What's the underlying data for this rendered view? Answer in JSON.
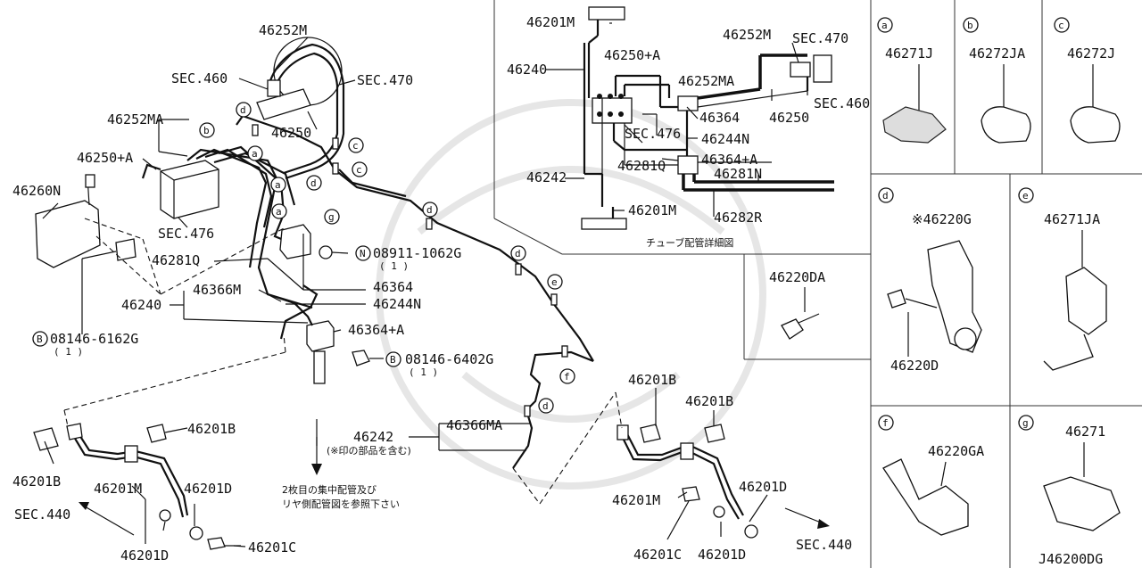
{
  "diagram_id": "J46200DG",
  "callout_letters": [
    "a",
    "b",
    "c",
    "d",
    "e",
    "f",
    "g"
  ],
  "main_labels": {
    "l46252M": "46252M",
    "sec460": "SEC.460",
    "sec470": "SEC.470",
    "l46252MA": "46252MA",
    "l46250": "46250",
    "l46250A": "46250+A",
    "l46260N": "46260N",
    "sec476": "SEC.476",
    "l46281Q": "46281Q",
    "nut": "08911-1062G",
    "nut_qty": "( 1 )",
    "l46364": "46364",
    "l46366M": "46366M",
    "l46244N": "46244N",
    "l46240": "46240",
    "l46364A": "46364+A",
    "bolt1": "08146-6162G",
    "bolt1_qty": "( 1 )",
    "bolt2": "08146-6402G",
    "bolt2_qty": "( 1 )",
    "l46201B_1": "46201B",
    "l46201B_2": "46201B",
    "l46201M": "46201M",
    "l46201D_1": "46201D",
    "l46201D_2": "46201D",
    "l46201C": "46201C",
    "sec440": "SEC.440",
    "l46242": "46242",
    "note_incl": "(※印の部品を含む)",
    "l46366MA": "46366MA",
    "note_rear_1": "2枚目の集中配管及び",
    "note_rear_2": "リヤ側配管図を参照下さい",
    "r46201B_1": "46201B",
    "r46201B_2": "46201B",
    "r46201M": "46201M",
    "r46201D": "46201D",
    "r46201C": "46201C",
    "r46201D_2": "46201D",
    "rsec440": "SEC.440"
  },
  "detail_inset": {
    "caption": "チューブ配管詳細図",
    "d46201M_top": "46201M",
    "d46240": "46240",
    "d46250A": "46250+A",
    "d46252M": "46252M",
    "dsec470": "SEC.470",
    "d46252MA": "46252MA",
    "dsec460": "SEC.460",
    "d46364": "46364",
    "d46250": "46250",
    "dsec476": "SEC.476",
    "d46244N": "46244N",
    "d46281Q": "46281Q",
    "d46364A": "46364+A",
    "d46242": "46242",
    "d46281N": "46281N",
    "d46201M_bot": "46201M",
    "d46282R": "46282R"
  },
  "side_parts": {
    "a": {
      "letter": "a",
      "part": "46271J"
    },
    "b": {
      "letter": "b",
      "part": "46272JA"
    },
    "c": {
      "letter": "c",
      "part": "46272J"
    },
    "d": {
      "letter": "d",
      "part": "※46220G",
      "part2": "46220D"
    },
    "e": {
      "letter": "e",
      "part": "46271JA"
    },
    "f": {
      "letter": "f",
      "part": "46220GA"
    },
    "g": {
      "letter": "g",
      "part": "46271"
    },
    "bolt": {
      "part": "46220DA"
    }
  },
  "icons": [
    "circled-n-nut-icon",
    "circled-b-bolt-icon",
    "arrow-icon"
  ]
}
